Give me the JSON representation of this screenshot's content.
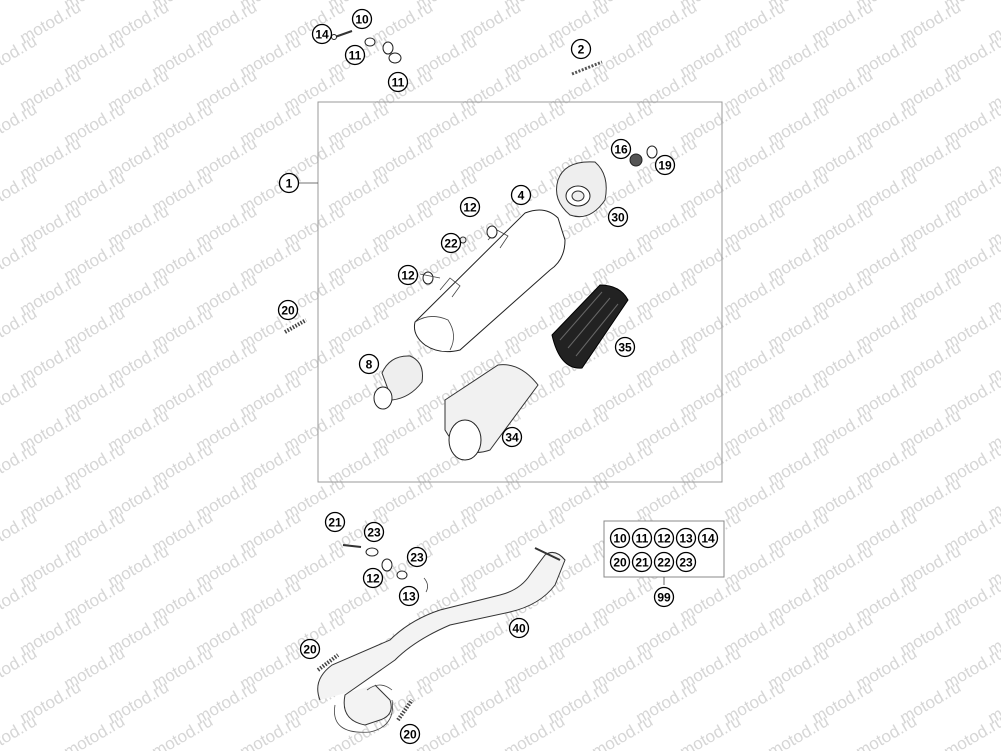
{
  "watermark": "motod.ru",
  "callouts": [
    {
      "id": "c14a",
      "label": "14"
    },
    {
      "id": "c10a",
      "label": "10"
    },
    {
      "id": "c11a",
      "label": "11"
    },
    {
      "id": "c11b",
      "label": "11"
    },
    {
      "id": "c2",
      "label": "2"
    },
    {
      "id": "c1",
      "label": "1"
    },
    {
      "id": "c4",
      "label": "4"
    },
    {
      "id": "c16",
      "label": "16"
    },
    {
      "id": "c19",
      "label": "19"
    },
    {
      "id": "c30",
      "label": "30"
    },
    {
      "id": "c12a",
      "label": "12"
    },
    {
      "id": "c22a",
      "label": "22"
    },
    {
      "id": "c12b",
      "label": "12"
    },
    {
      "id": "c20a",
      "label": "20"
    },
    {
      "id": "c35",
      "label": "35"
    },
    {
      "id": "c8",
      "label": "8"
    },
    {
      "id": "c34",
      "label": "34"
    },
    {
      "id": "c21a",
      "label": "21"
    },
    {
      "id": "c23a",
      "label": "23"
    },
    {
      "id": "c23b",
      "label": "23"
    },
    {
      "id": "c12c",
      "label": "12"
    },
    {
      "id": "c13a",
      "label": "13"
    },
    {
      "id": "c40",
      "label": "40"
    },
    {
      "id": "c20b",
      "label": "20"
    },
    {
      "id": "c20c",
      "label": "20"
    },
    {
      "id": "c99",
      "label": "99"
    }
  ],
  "kit_items": [
    "10",
    "11",
    "12",
    "13",
    "14",
    "20",
    "21",
    "22",
    "23"
  ]
}
